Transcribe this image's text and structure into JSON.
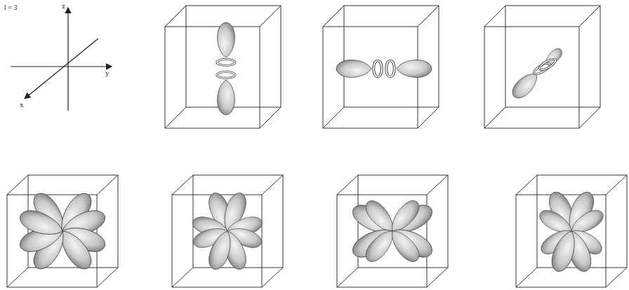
{
  "diagram": {
    "labels": [
      "l = 3",
      "z",
      "y",
      "x"
    ]
  }
}
